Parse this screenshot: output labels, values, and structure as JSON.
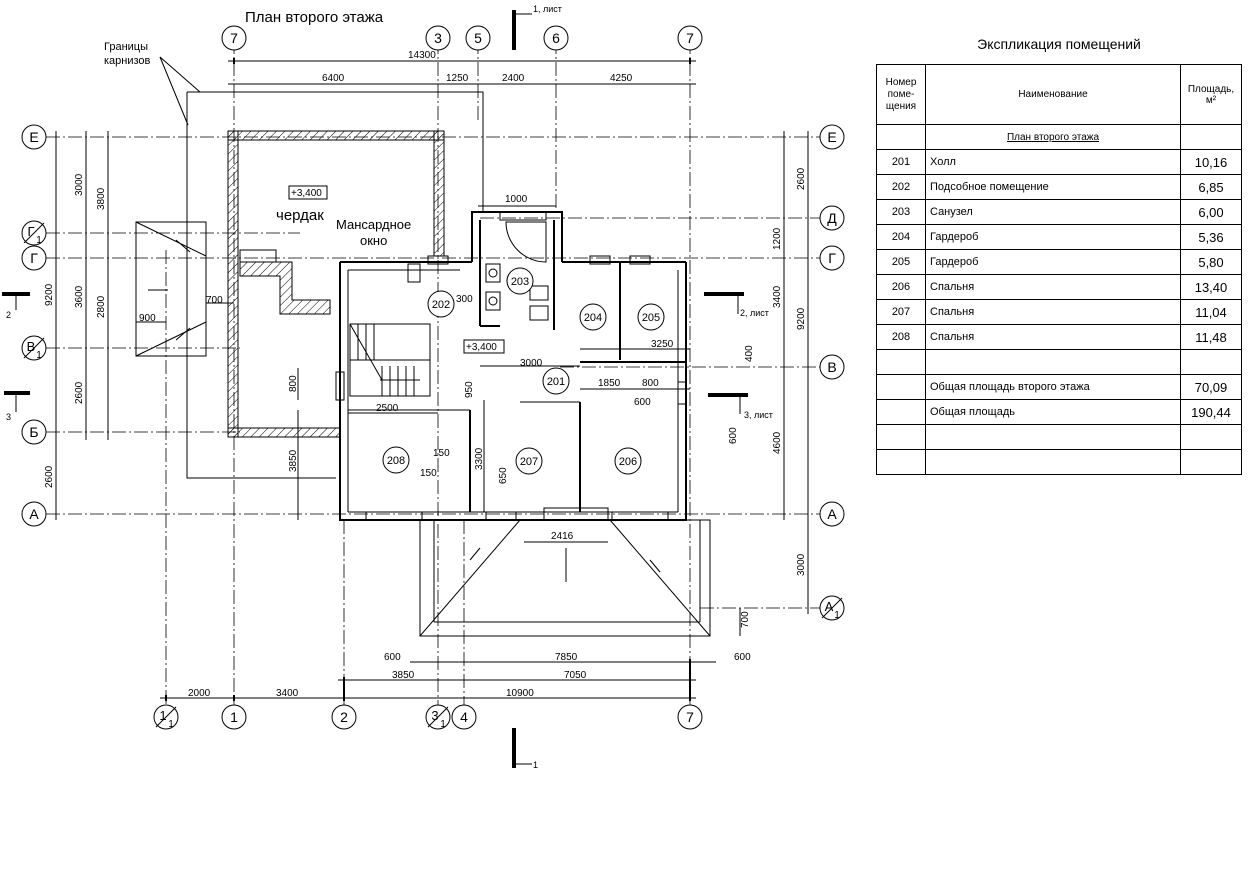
{
  "plan": {
    "title": "План второго этажа",
    "cornice_label_1": "Границы",
    "cornice_label_2": "карнизов",
    "attic": "чердак",
    "dormer_1": "Мансардное",
    "dormer_2": "окно",
    "level_1": "+3,400",
    "level_2": "+3,400",
    "section_1_top": "1, лист",
    "section_1_bottom": "1",
    "section_2": "2",
    "section_2_right": "2, лист",
    "section_3": "3",
    "section_3_right": "3, лист",
    "axes_top": [
      "7",
      "3",
      "5",
      "6",
      "7"
    ],
    "axes_bottom": [
      "1",
      "1",
      "2",
      "3",
      "1",
      "4",
      "7"
    ],
    "axes_bottom_sub": "1",
    "axes_left": [
      "Е",
      "Г",
      "1",
      "Г",
      "В",
      "1",
      "Б",
      "А"
    ],
    "axes_right": [
      "Е",
      "Д",
      "Г",
      "В",
      "А",
      "А",
      "1"
    ],
    "rooms": [
      "201",
      "202",
      "203",
      "204",
      "205",
      "206",
      "207",
      "208"
    ],
    "dims": {
      "d14300": "14300",
      "d6400": "6400",
      "d1250": "1250",
      "d2400": "2400",
      "d4250": "4250",
      "d1000": "1000",
      "d300": "300",
      "d3000": "3000",
      "d3250": "3250",
      "d1850": "1850",
      "d800a": "800",
      "d600a": "600",
      "d400": "400",
      "d2500": "2500",
      "d800b": "800",
      "d950": "950",
      "d150a": "150",
      "d150b": "150",
      "d3300": "3300",
      "d650": "650",
      "d3850v": "3850",
      "d2416": "2416",
      "d700a": "700",
      "d900": "900",
      "l3000": "3000",
      "l3800": "3800",
      "l3600": "3600",
      "l2800": "2800",
      "l2600a": "2600",
      "l9200": "9200",
      "l2600b": "2600",
      "r2600": "2600",
      "r1200": "1200",
      "r3400": "3400",
      "r9200": "9200",
      "r600": "600",
      "r4600": "4600",
      "r3000": "3000",
      "r700": "700",
      "b600a": "600",
      "b7850": "7850",
      "b600b": "600",
      "b3850": "3850",
      "b7050": "7050",
      "b2000": "2000",
      "b3400": "3400",
      "b10900": "10900"
    }
  },
  "explication": {
    "title": "Экспликация помещений",
    "col_num_1": "Номер",
    "col_num_2": "поме-",
    "col_num_3": "щения",
    "col_name": "Наименование",
    "col_area": "Площадь,",
    "col_area_unit": "м²",
    "section": "План второго этажа",
    "rows": [
      {
        "num": "201",
        "name": "Холл",
        "area": "10,16"
      },
      {
        "num": "202",
        "name": "Подсобное помещение",
        "area": "6,85"
      },
      {
        "num": "203",
        "name": "Санузел",
        "area": "6,00"
      },
      {
        "num": "204",
        "name": "Гардероб",
        "area": "5,36"
      },
      {
        "num": "205",
        "name": "Гардероб",
        "area": "5,80"
      },
      {
        "num": "206",
        "name": "Спальня",
        "area": "13,40"
      },
      {
        "num": "207",
        "name": "Спальня",
        "area": "11,04"
      },
      {
        "num": "208",
        "name": "Спальня",
        "area": "11,48"
      }
    ],
    "total_floor_label": "Общая площадь второго этажа",
    "total_floor": "70,09",
    "total_label": "Общая площадь",
    "total": "190,44"
  }
}
